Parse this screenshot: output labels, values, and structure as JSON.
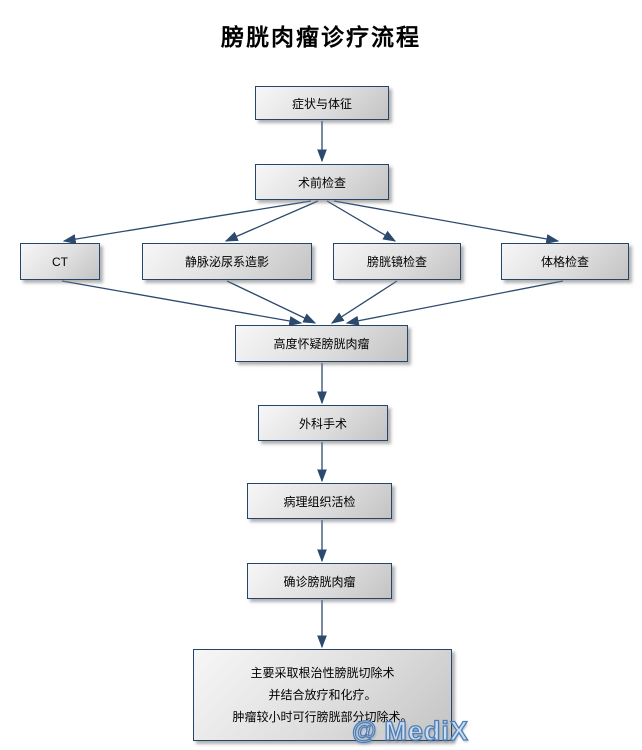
{
  "title": "膀胱肉瘤诊疗流程",
  "nodes": {
    "symptoms": {
      "label": "症状与体征"
    },
    "preop": {
      "label": "术前检查"
    },
    "ct": {
      "label": "CT"
    },
    "ivu": {
      "label": "静脉泌尿系造影"
    },
    "cystoscopy": {
      "label": "膀胱镜检查"
    },
    "physical": {
      "label": "体格检查"
    },
    "suspect": {
      "label": "高度怀疑膀胱肉瘤"
    },
    "surgery": {
      "label": "外科手术"
    },
    "biopsy": {
      "label": "病理组织活检"
    },
    "confirm": {
      "label": "确诊膀胱肉瘤"
    },
    "treatment": {
      "line1": "主要采取根治性膀胱切除术",
      "line2": "并结合放疗和化疗。",
      "line3": "肿瘤较小时可行膀胱部分切除术。"
    }
  },
  "edges": [
    {
      "from": "symptoms",
      "to": "preop"
    },
    {
      "from": "preop",
      "to": "ct"
    },
    {
      "from": "preop",
      "to": "ivu"
    },
    {
      "from": "preop",
      "to": "cystoscopy"
    },
    {
      "from": "preop",
      "to": "physical"
    },
    {
      "from": "ct",
      "to": "suspect"
    },
    {
      "from": "ivu",
      "to": "suspect"
    },
    {
      "from": "cystoscopy",
      "to": "suspect"
    },
    {
      "from": "physical",
      "to": "suspect"
    },
    {
      "from": "suspect",
      "to": "surgery"
    },
    {
      "from": "surgery",
      "to": "biopsy"
    },
    {
      "from": "biopsy",
      "to": "confirm"
    },
    {
      "from": "confirm",
      "to": "treatment"
    }
  ],
  "watermark": {
    "symbol": "@",
    "text": "MediX"
  },
  "colors": {
    "box_border": "#24466b",
    "arrow": "#2c4a6e",
    "box_fill_light": "#f7f7f7",
    "box_fill_dark": "#c3c3c3",
    "logo_fill": "#c9dcf0",
    "logo_stroke": "#4f7db5",
    "title_text": "#000000"
  }
}
